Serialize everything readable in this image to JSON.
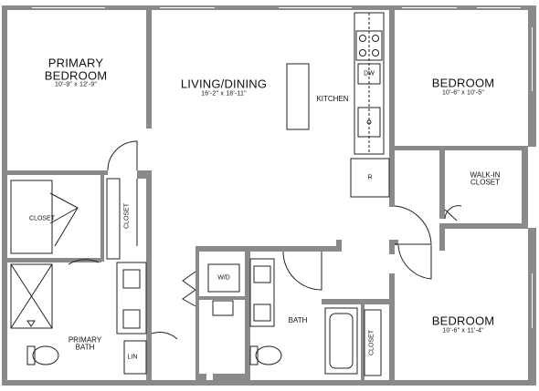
{
  "rooms": {
    "primary_bedroom": {
      "name_line1": "PRIMARY",
      "name_line2": "BEDROOM",
      "dims": "10'-9\" x 12'-9\""
    },
    "living_dining": {
      "name": "LIVING/DINING",
      "dims": "16'-2\" x 18'-11\""
    },
    "kitchen": {
      "name": "KITCHEN"
    },
    "bedroom_1": {
      "name": "BEDROOM",
      "dims": "10'-6\" x 10'-5\""
    },
    "bedroom_2": {
      "name": "BEDROOM",
      "dims": "10'-6\" x 11'-4\""
    },
    "walk_in_closet": {
      "name_line1": "WALK-IN",
      "name_line2": "CLOSET"
    },
    "primary_bath": {
      "name_line1": "PRIMARY",
      "name_line2": "BATH"
    },
    "bath": {
      "name": "BATH"
    }
  },
  "fixtures": {
    "closet_primary": "CLOSET",
    "closet_hall": "CLOSET",
    "closet_bedroom2": "CLOSET",
    "washer_dryer": "W/D",
    "dishwasher": "DW",
    "refrigerator": "R",
    "linen": "LIN"
  },
  "colors": {
    "wall": "#8a8a8a",
    "line": "#222222",
    "background": "#ffffff"
  }
}
